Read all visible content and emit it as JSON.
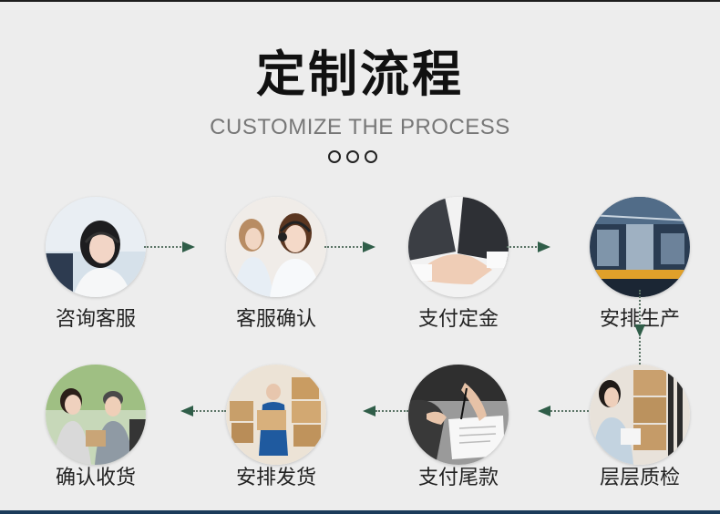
{
  "title": "定制流程",
  "subtitle": "CUSTOMIZE THE PROCESS",
  "steps": [
    {
      "label": "咨询客服",
      "icon": "customer-service-photo"
    },
    {
      "label": "客服确认",
      "icon": "call-center-photo"
    },
    {
      "label": "支付定金",
      "icon": "handshake-photo"
    },
    {
      "label": "安排生产",
      "icon": "factory-production-photo"
    },
    {
      "label": "层层质检",
      "icon": "quality-inspection-photo"
    },
    {
      "label": "支付尾款",
      "icon": "signing-contract-photo"
    },
    {
      "label": "安排发货",
      "icon": "warehouse-shipping-photo"
    },
    {
      "label": "确认收货",
      "icon": "delivery-receipt-photo"
    }
  ],
  "colors": {
    "arrow": "#2f5d48",
    "title": "#111111",
    "subtitle": "#777777",
    "background": "#ededed"
  }
}
